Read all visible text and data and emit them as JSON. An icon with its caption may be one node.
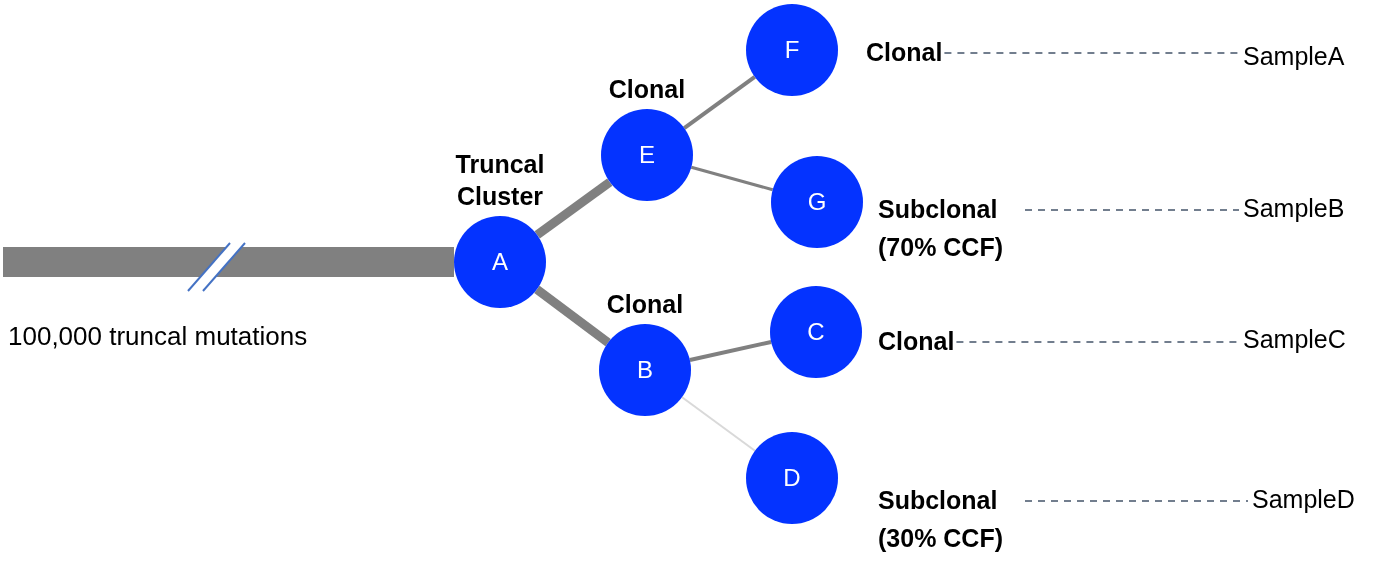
{
  "diagram": {
    "nodes": [
      {
        "text": [
          "A"
        ],
        "beside": [
          "Truncal Cluster"
        ]
      },
      {
        "text": [
          "E"
        ],
        "beside": [
          "Clonal"
        ]
      },
      {
        "text": [
          "F"
        ]
      },
      {
        "text": [
          "G"
        ]
      },
      {
        "text": [
          "B"
        ],
        "beside": [
          "Clonal"
        ]
      },
      {
        "text": [
          "C"
        ]
      },
      {
        "text": [
          "D"
        ]
      },
      {
        "text": [
          "Clonal"
        ]
      },
      {
        "text": [
          "SampleA"
        ]
      },
      {
        "text": [
          "Subclonal (70% CCF)"
        ]
      },
      {
        "text": [
          "SampleB"
        ]
      },
      {
        "text": [
          "Clonal"
        ]
      },
      {
        "text": [
          "SampleC"
        ]
      },
      {
        "text": [
          "Subclonal (30% CCF)"
        ]
      },
      {
        "text": [
          "SampleD"
        ]
      }
    ],
    "edges": [
      {
        "from": null,
        "to": 0,
        "arrow": "none",
        "style": "thick"
      },
      {
        "from": 0,
        "to": 1,
        "arrow": "none",
        "style": "thick"
      },
      {
        "from": 0,
        "to": 4,
        "arrow": "none",
        "style": "thick"
      },
      {
        "from": 1,
        "to": 2,
        "arrow": "none"
      },
      {
        "from": 1,
        "to": 3,
        "arrow": "none"
      },
      {
        "from": 4,
        "to": 5,
        "arrow": "none"
      },
      {
        "from": 4,
        "to": 6,
        "arrow": "none",
        "color": "#d9d9d9"
      },
      {
        "from": 7,
        "to": 8,
        "arrow": "none",
        "style": "dashed",
        "color": "#44546a"
      },
      {
        "from": 9,
        "to": 10,
        "arrow": "none",
        "style": "dashed",
        "color": "#44546a"
      },
      {
        "from": 11,
        "to": 12,
        "arrow": "none",
        "style": "dashed",
        "color": "#44546a"
      },
      {
        "from": 13,
        "to": 14,
        "arrow": "none",
        "style": "dashed",
        "color": "#44546a"
      }
    ],
    "labels": [
      "100,000 truncal mutations"
    ]
  }
}
